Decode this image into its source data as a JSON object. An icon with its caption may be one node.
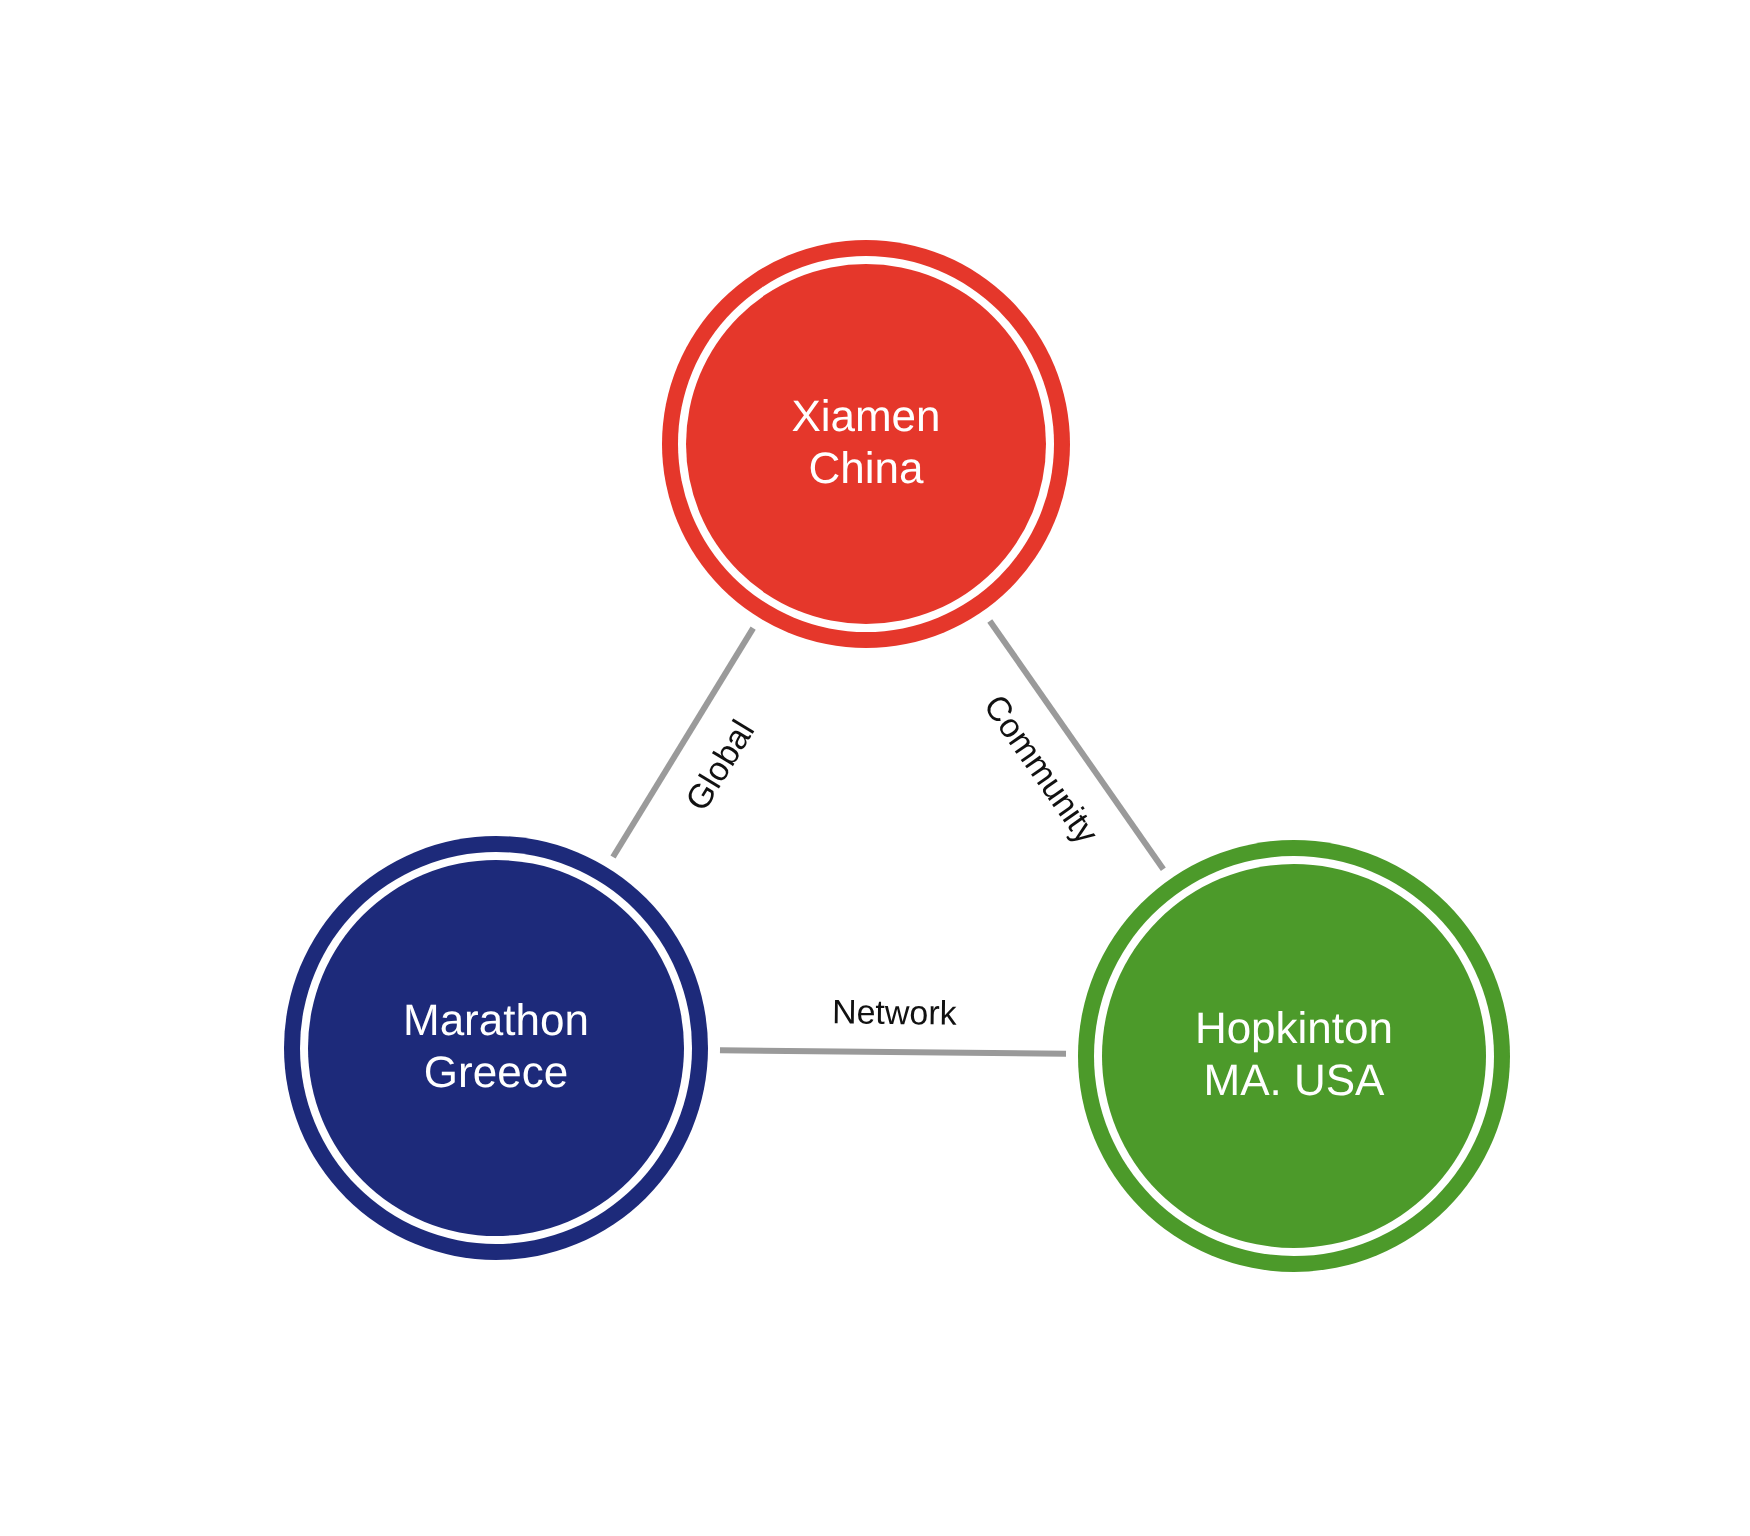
{
  "diagram": {
    "nodes": [
      {
        "text": [
          "Xiamen China"
        ]
      },
      {
        "text": [
          "Marathon Greece"
        ]
      },
      {
        "text": [
          "Hopkinton MA. USA"
        ]
      }
    ],
    "edges": [
      {
        "from": 0,
        "to": 1,
        "arrow": "none",
        "label": "Global"
      },
      {
        "from": 0,
        "to": 2,
        "arrow": "none",
        "label": "Community"
      },
      {
        "from": 1,
        "to": 2,
        "arrow": "none",
        "label": "Network"
      }
    ]
  }
}
